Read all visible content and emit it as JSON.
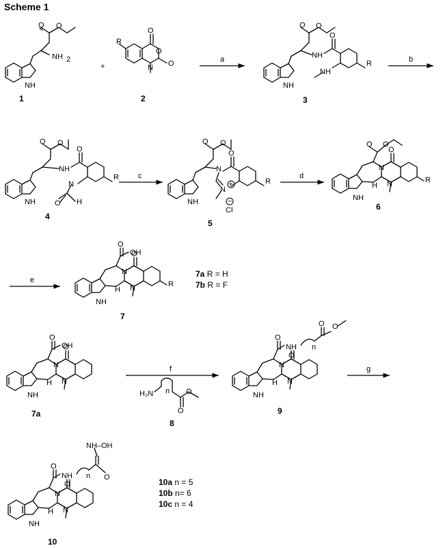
{
  "title": "Scheme 1",
  "compounds": {
    "c1": "1",
    "c2": "2",
    "c3": "3",
    "c4": "4",
    "c5": "5",
    "c6": "6",
    "c7": "7",
    "c7a": "7a",
    "c8": "8",
    "c9": "9",
    "c10": "10"
  },
  "steps": {
    "a": "a",
    "b": "b",
    "c": "c",
    "d": "d",
    "e": "e",
    "f": "f",
    "g": "g"
  },
  "atoms": {
    "O": "O",
    "H": "H",
    "NH": "NH",
    "NH2": "NH",
    "N": "N",
    "R": "R",
    "OH": "OH",
    "Cl": "Cl",
    "n": "n",
    "H2N": "H₂N",
    "NHOH": "NH–OH"
  },
  "legend7": [
    {
      "code": "7a",
      "text": " R = H"
    },
    {
      "code": "7b",
      "text": " R = F"
    }
  ],
  "legend10": [
    {
      "code": "10a",
      "text": " n = 5"
    },
    {
      "code": "10b",
      "text": " n= 6"
    },
    {
      "code": "10c",
      "text": " n = 4"
    }
  ]
}
